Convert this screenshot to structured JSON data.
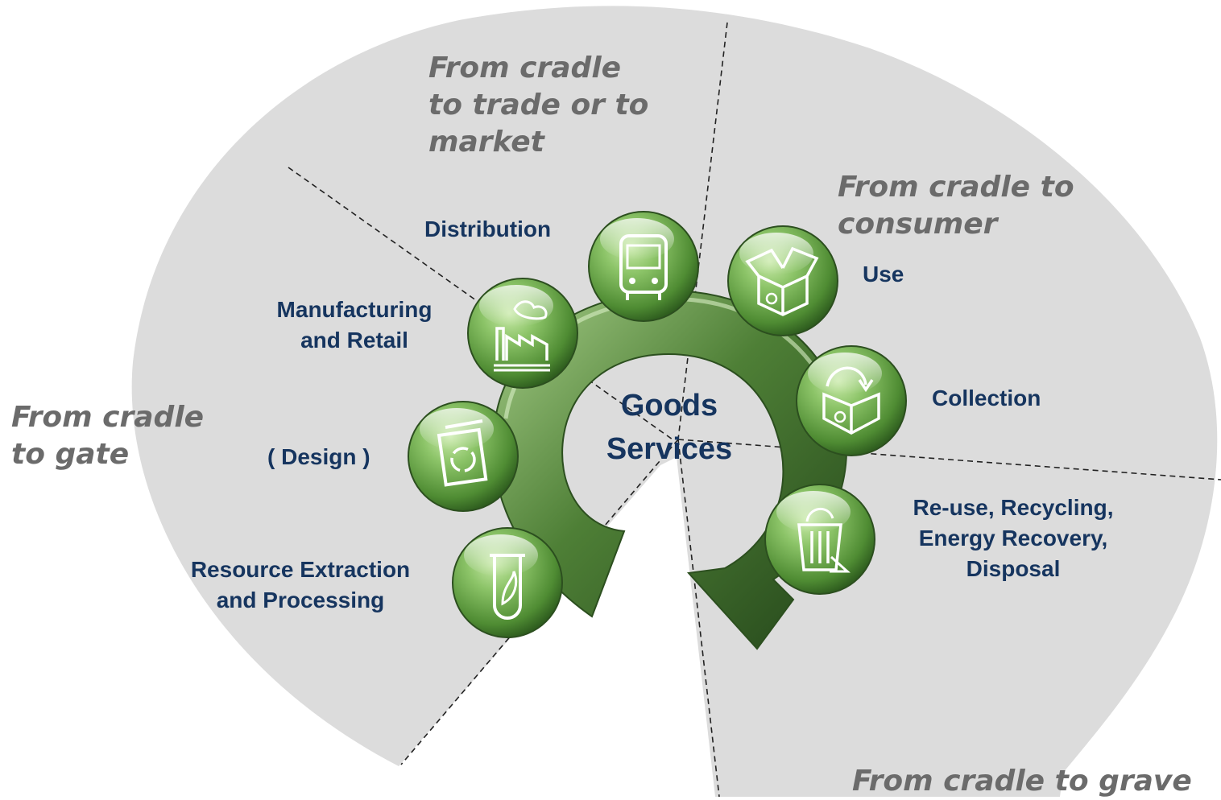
{
  "zones": [
    {
      "id": "gate",
      "label": "From cradle\nto gate"
    },
    {
      "id": "market",
      "label": "From cradle\nto trade or to\nmarket"
    },
    {
      "id": "consumer",
      "label": "From cradle to\nconsumer"
    },
    {
      "id": "grave",
      "label": "From cradle to grave"
    }
  ],
  "stages": [
    {
      "id": "resource",
      "label": "Resource Extraction\nand Processing",
      "icon": "test-tube-leaf-icon"
    },
    {
      "id": "design",
      "label": "( Design )",
      "icon": "document-recycle-icon"
    },
    {
      "id": "manufacturing",
      "label": "Manufacturing\nand Retail",
      "icon": "factory-icon"
    },
    {
      "id": "distribution",
      "label": "Distribution",
      "icon": "bus-icon"
    },
    {
      "id": "use",
      "label": "Use",
      "icon": "open-box-icon"
    },
    {
      "id": "collection",
      "label": "Collection",
      "icon": "collection-box-icon"
    },
    {
      "id": "reuse",
      "label": "Re-use, Recycling,\nEnergy Recovery,\nDisposal",
      "icon": "recycle-bin-icon"
    }
  ],
  "center": {
    "line1": "Goods",
    "line2": "Services"
  },
  "colors": {
    "background_wedge": "#dcdcdc",
    "arrow_green": "#4d7a35",
    "button_green": "#6aa84a",
    "stage_text": "#16355f",
    "zone_text": "#6b6b6b"
  }
}
